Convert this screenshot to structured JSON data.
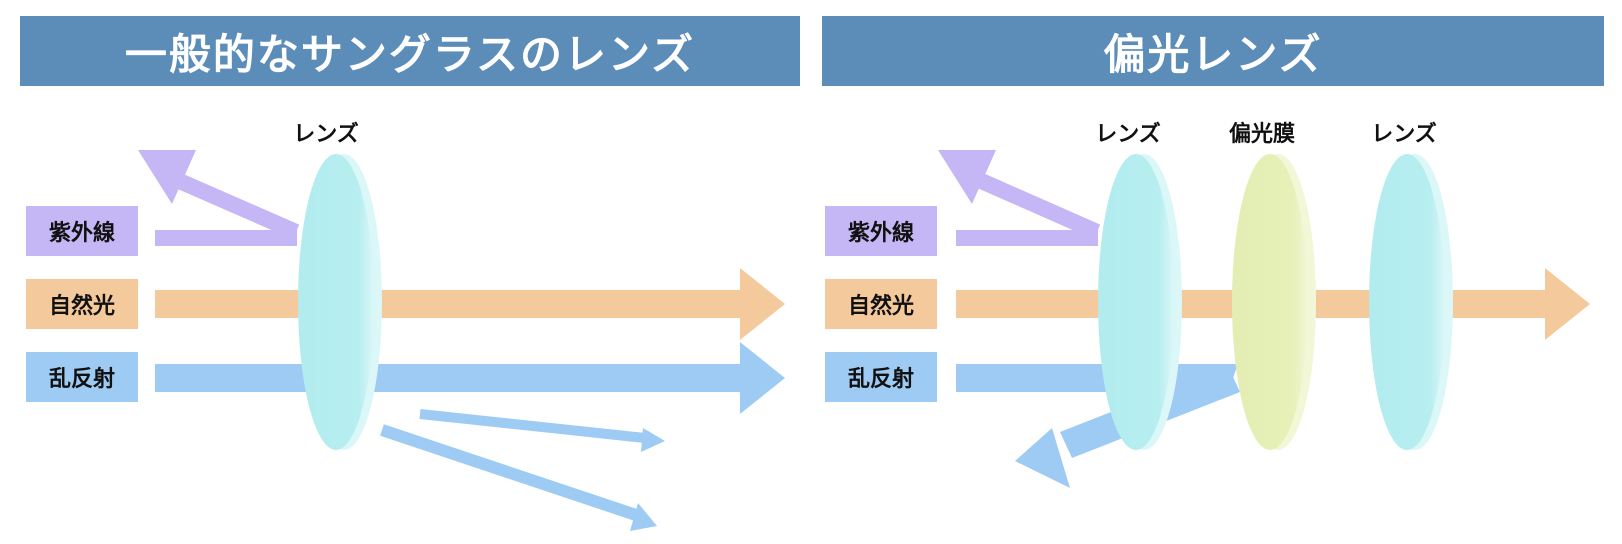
{
  "left_panel": {
    "title": "一般的なサングラスのレンズ",
    "lens_label": "レンズ",
    "tags": {
      "uv": "紫外線",
      "natural": "自然光",
      "glare": "乱反射"
    }
  },
  "right_panel": {
    "title": "偏光レンズ",
    "lens_labels": {
      "front": "レンズ",
      "film": "偏光膜",
      "back": "レンズ"
    },
    "tags": {
      "uv": "紫外線",
      "natural": "自然光",
      "glare": "乱反射"
    }
  },
  "colors": {
    "header_bg": "#5b8db8",
    "uv": "#c5b6f5",
    "natural": "#f4c99c",
    "glare": "#9ecbf3",
    "lens": "#b7eef0",
    "polarizing_film": "#e6f0b8"
  }
}
